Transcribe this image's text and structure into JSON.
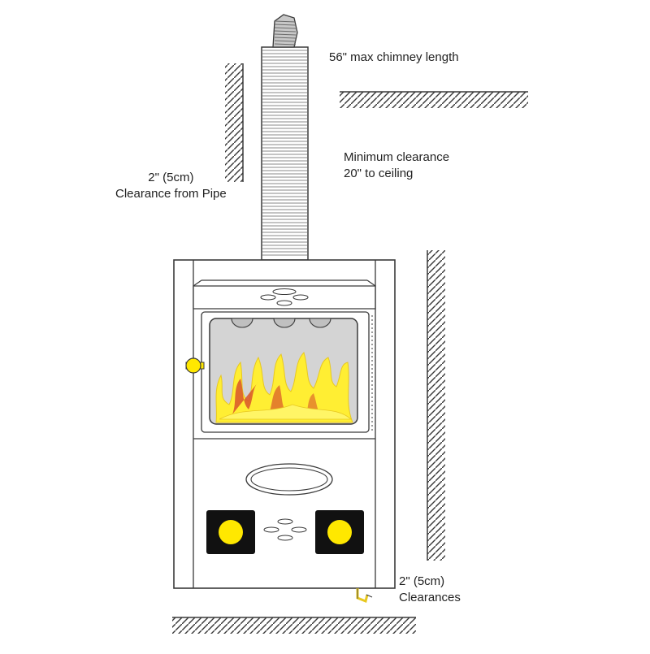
{
  "labels": {
    "chimney_length": "56\" max chimney length",
    "ceiling_line1": "Minimum clearance",
    "ceiling_line2": "20\" to ceiling",
    "pipe_line1": "2\" (5cm)",
    "pipe_line2": "Clearance from Pipe",
    "clearances_line1": "2\" (5cm)",
    "clearances_line2": "Clearances"
  },
  "colors": {
    "line": "#3a3a3a",
    "flame": "#ffee33",
    "flame_dark": "#e8c820",
    "ember": "#d9542a",
    "firebox": "#d4d4d4",
    "knob": "#ffe800",
    "panel": "#111111",
    "background": "#ffffff"
  }
}
